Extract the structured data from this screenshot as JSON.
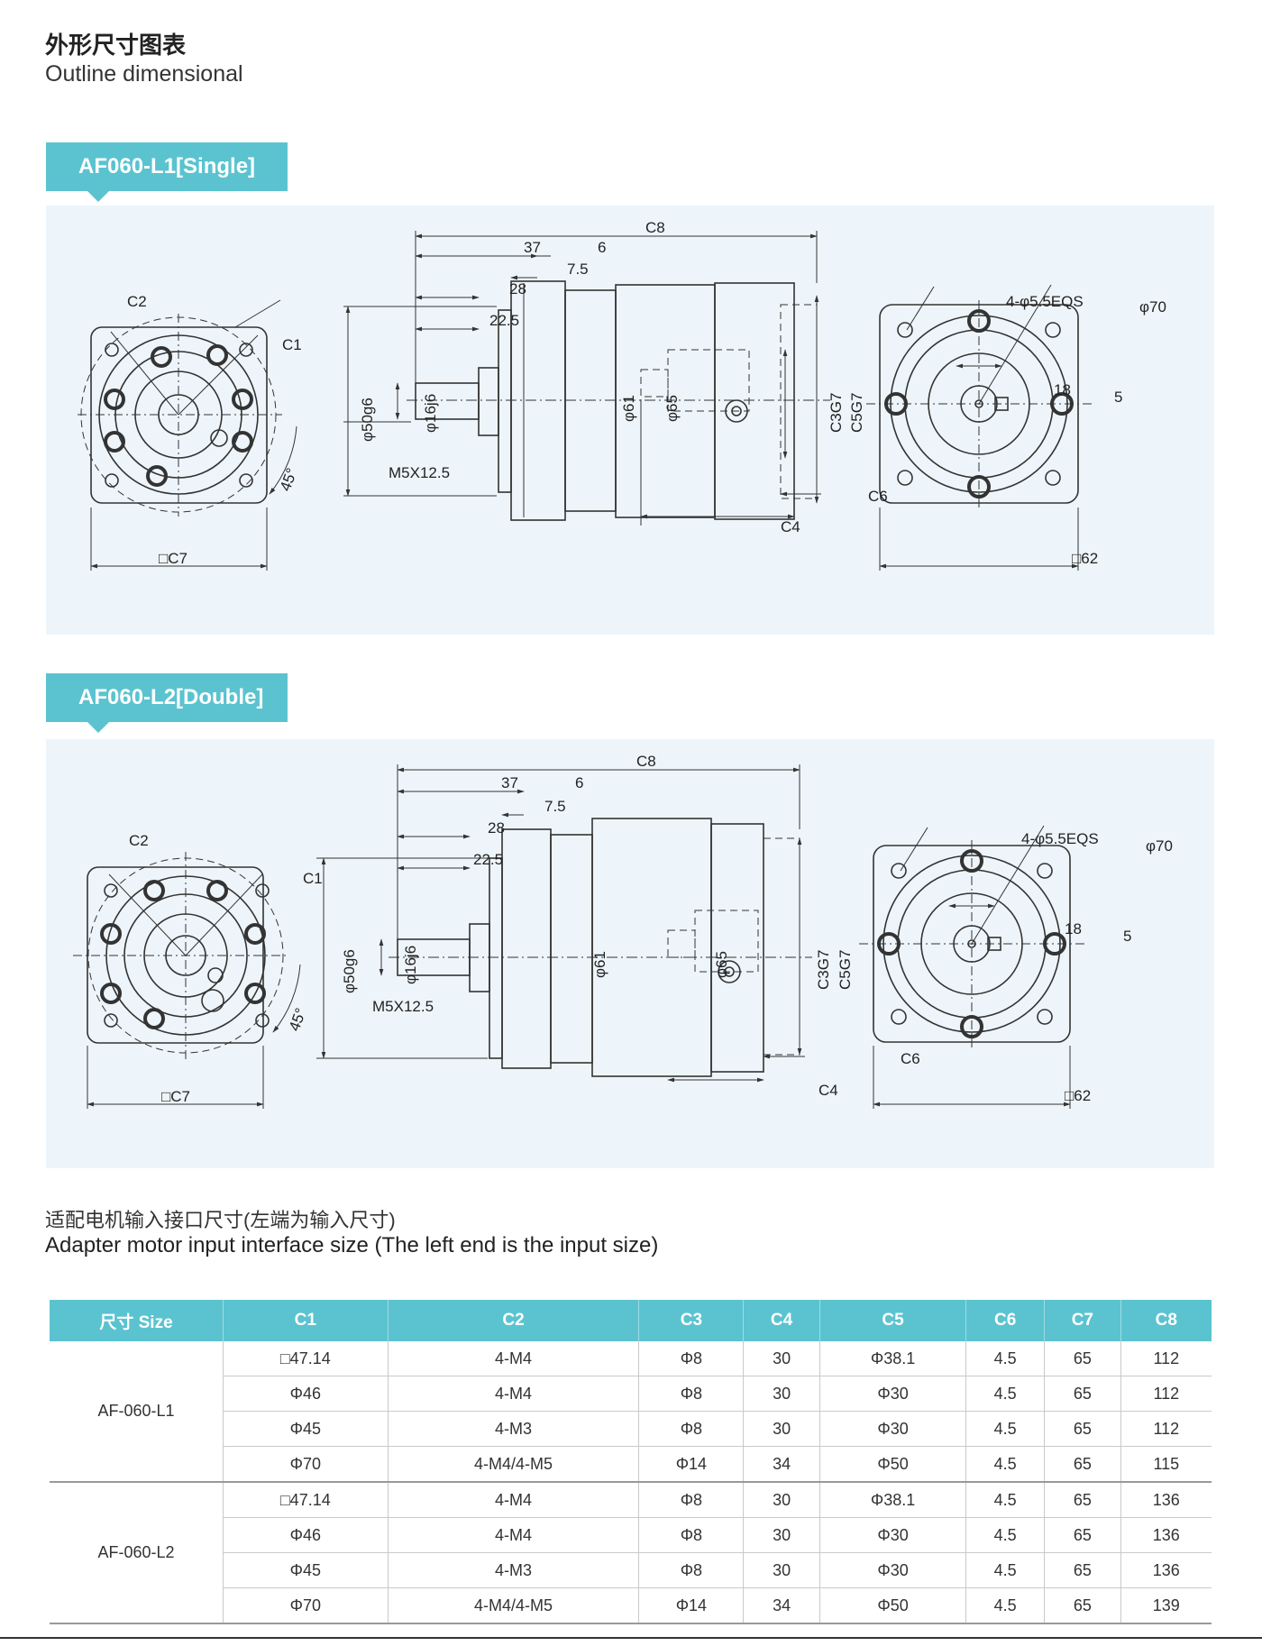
{
  "header": {
    "title_zh": "外形尺寸图表",
    "title_en": "Outline dimensional"
  },
  "drawings": [
    {
      "tag": "AF060-L1[Single]",
      "front": {
        "c2": "C2",
        "c1": "C1",
        "angle": "45°",
        "square": "□C7"
      },
      "side": {
        "c8": "C8",
        "d37": "37",
        "d6": "6",
        "d7_5": "7.5",
        "d28": "28",
        "d22_5": "22.5",
        "phi50": "φ50g6",
        "phi16": "φ16j6",
        "m5": "M5X12.5",
        "phi61": "φ61",
        "phi65": "φ65",
        "c3": "C3G7",
        "c5": "C5G7",
        "c6": "C6",
        "c4": "C4"
      },
      "rear": {
        "holes": "4-φ5.5EQS",
        "phi70": "φ70",
        "d18": "18",
        "d5": "5",
        "square": "□62"
      }
    },
    {
      "tag": "AF060-L2[Double]",
      "front": {
        "c2": "C2",
        "c1": "C1",
        "angle": "45°",
        "square": "□C7"
      },
      "side": {
        "c8": "C8",
        "d37": "37",
        "d6": "6",
        "d7_5": "7.5",
        "d28": "28",
        "d22_5": "22.5",
        "phi50": "φ50g6",
        "phi16": "φ16j6",
        "m5": "M5X12.5",
        "phi61": "φ61",
        "phi65": "φ65",
        "c3": "C3G7",
        "c5": "C5G7",
        "c6": "C6",
        "c4": "C4"
      },
      "rear": {
        "holes": "4-φ5.5EQS",
        "phi70": "φ70",
        "d18": "18",
        "d5": "5",
        "square": "□62"
      }
    }
  ],
  "section": {
    "title_zh": "适配电机输入接口尺寸(左端为输入尺寸)",
    "title_en": "Adapter motor input interface size (The left end is the input size)"
  },
  "table": {
    "headers": [
      "尺寸 Size",
      "C1",
      "C2",
      "C3",
      "C4",
      "C5",
      "C6",
      "C7",
      "C8"
    ],
    "groups": [
      {
        "model": "AF-060-L1",
        "rows": [
          [
            "□47.14",
            "4-M4",
            "Φ8",
            "30",
            "Φ38.1",
            "4.5",
            "65",
            "112"
          ],
          [
            "Φ46",
            "4-M4",
            "Φ8",
            "30",
            "Φ30",
            "4.5",
            "65",
            "112"
          ],
          [
            "Φ45",
            "4-M3",
            "Φ8",
            "30",
            "Φ30",
            "4.5",
            "65",
            "112"
          ],
          [
            "Φ70",
            "4-M4/4-M5",
            "Φ14",
            "34",
            "Φ50",
            "4.5",
            "65",
            "115"
          ]
        ]
      },
      {
        "model": "AF-060-L2",
        "rows": [
          [
            "□47.14",
            "4-M4",
            "Φ8",
            "30",
            "Φ38.1",
            "4.5",
            "65",
            "136"
          ],
          [
            "Φ46",
            "4-M4",
            "Φ8",
            "30",
            "Φ30",
            "4.5",
            "65",
            "136"
          ],
          [
            "Φ45",
            "4-M3",
            "Φ8",
            "30",
            "Φ30",
            "4.5",
            "65",
            "136"
          ],
          [
            "Φ70",
            "4-M4/4-M5",
            "Φ14",
            "34",
            "Φ50",
            "4.5",
            "65",
            "139"
          ]
        ]
      }
    ]
  }
}
